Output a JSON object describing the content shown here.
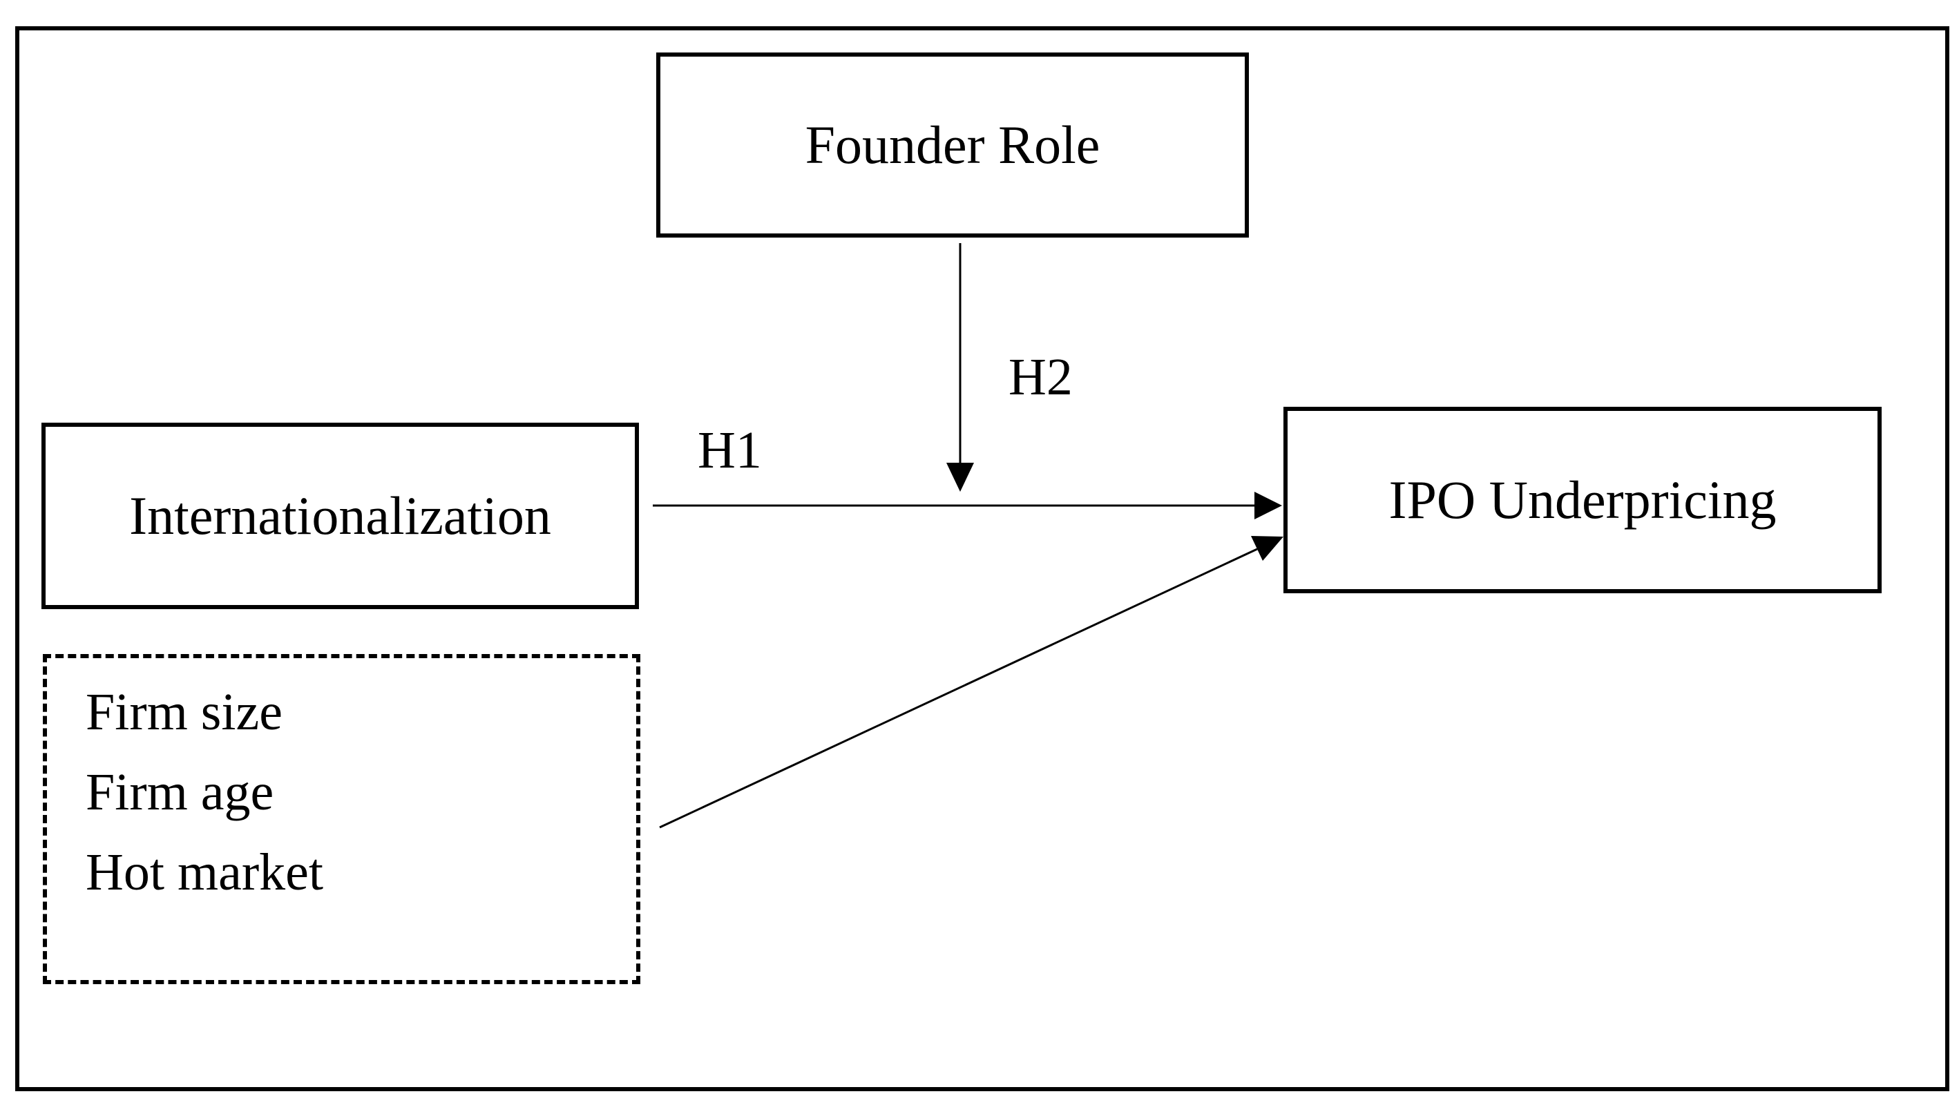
{
  "diagram": {
    "nodes": {
      "founder_role": "Founder Role",
      "internationalization": "Internationalization",
      "ipo_underpricing": "IPO Underpricing"
    },
    "controls": [
      "Firm size",
      "Firm age",
      "Hot market"
    ],
    "hypotheses": {
      "h1": "H1",
      "h2": "H2"
    },
    "edges": [
      {
        "from": "internationalization",
        "to": "ipo_underpricing",
        "label": "H1"
      },
      {
        "from": "founder_role",
        "to": "H1 path",
        "label": "H2"
      },
      {
        "from": "controls",
        "to": "ipo_underpricing"
      }
    ]
  }
}
